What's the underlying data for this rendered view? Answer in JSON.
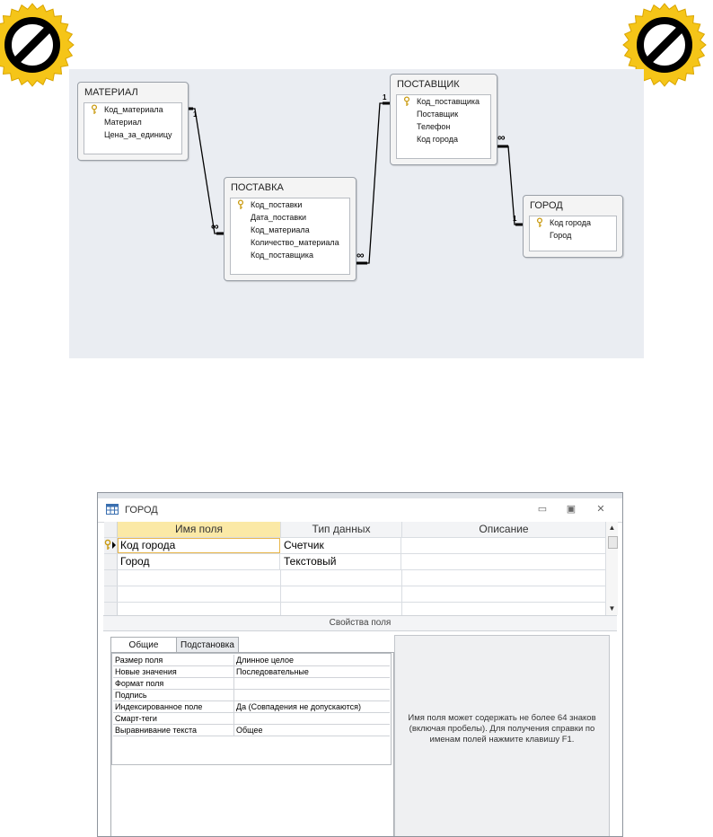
{
  "diagram": {
    "tables": [
      {
        "title": "МАТЕРИАЛ",
        "fields": [
          {
            "name": "Код_материала",
            "key": true
          },
          {
            "name": "Материал",
            "key": false
          },
          {
            "name": "Цена_за_единицу",
            "key": false
          }
        ]
      },
      {
        "title": "ПОСТАВКА",
        "fields": [
          {
            "name": "Код_поставки",
            "key": true
          },
          {
            "name": "Дата_поставки",
            "key": false
          },
          {
            "name": "Код_материала",
            "key": false
          },
          {
            "name": "Количество_материала",
            "key": false
          },
          {
            "name": "Код_поставщика",
            "key": false
          }
        ]
      },
      {
        "title": "ПОСТАВЩИК",
        "fields": [
          {
            "name": "Код_поставщика",
            "key": true
          },
          {
            "name": "Поставщик",
            "key": false
          },
          {
            "name": "Телефон",
            "key": false
          },
          {
            "name": "Код города",
            "key": false
          }
        ]
      },
      {
        "title": "ГОРОД",
        "fields": [
          {
            "name": "Код города",
            "key": true
          },
          {
            "name": "Город",
            "key": false
          }
        ]
      }
    ],
    "relations": {
      "one": "1",
      "many": "∞"
    }
  },
  "window": {
    "title": "ГОРОД",
    "columns": {
      "field_name": "Имя поля",
      "data_type": "Тип данных",
      "description": "Описание"
    },
    "rows": [
      {
        "name": "Код города",
        "type": "Счетчик",
        "desc": ""
      },
      {
        "name": "Город",
        "type": "Текстовый",
        "desc": ""
      }
    ],
    "field_properties_label": "Свойства поля",
    "tabs": {
      "general": "Общие",
      "lookup": "Подстановка"
    },
    "properties": [
      {
        "name": "Размер поля",
        "value": "Длинное целое"
      },
      {
        "name": "Новые значения",
        "value": "Последовательные"
      },
      {
        "name": "Формат поля",
        "value": ""
      },
      {
        "name": "Подпись",
        "value": ""
      },
      {
        "name": "Индексированное поле",
        "value": "Да (Совпадения не допускаются)"
      },
      {
        "name": "Смарт-теги",
        "value": ""
      },
      {
        "name": "Выравнивание текста",
        "value": "Общее"
      }
    ],
    "help_text": "Имя поля может содержать не более 64 знаков (включая пробелы). Для получения справки по именам полей нажмите клавишу F1."
  },
  "colors": {
    "badge_yellow": "#f5c518",
    "diagram_bg": "#eaedf2",
    "active_header": "#fbe9a6"
  },
  "icons": {
    "badges": "prohibited-icon",
    "key": "primary-key-icon",
    "table": "table-icon"
  }
}
